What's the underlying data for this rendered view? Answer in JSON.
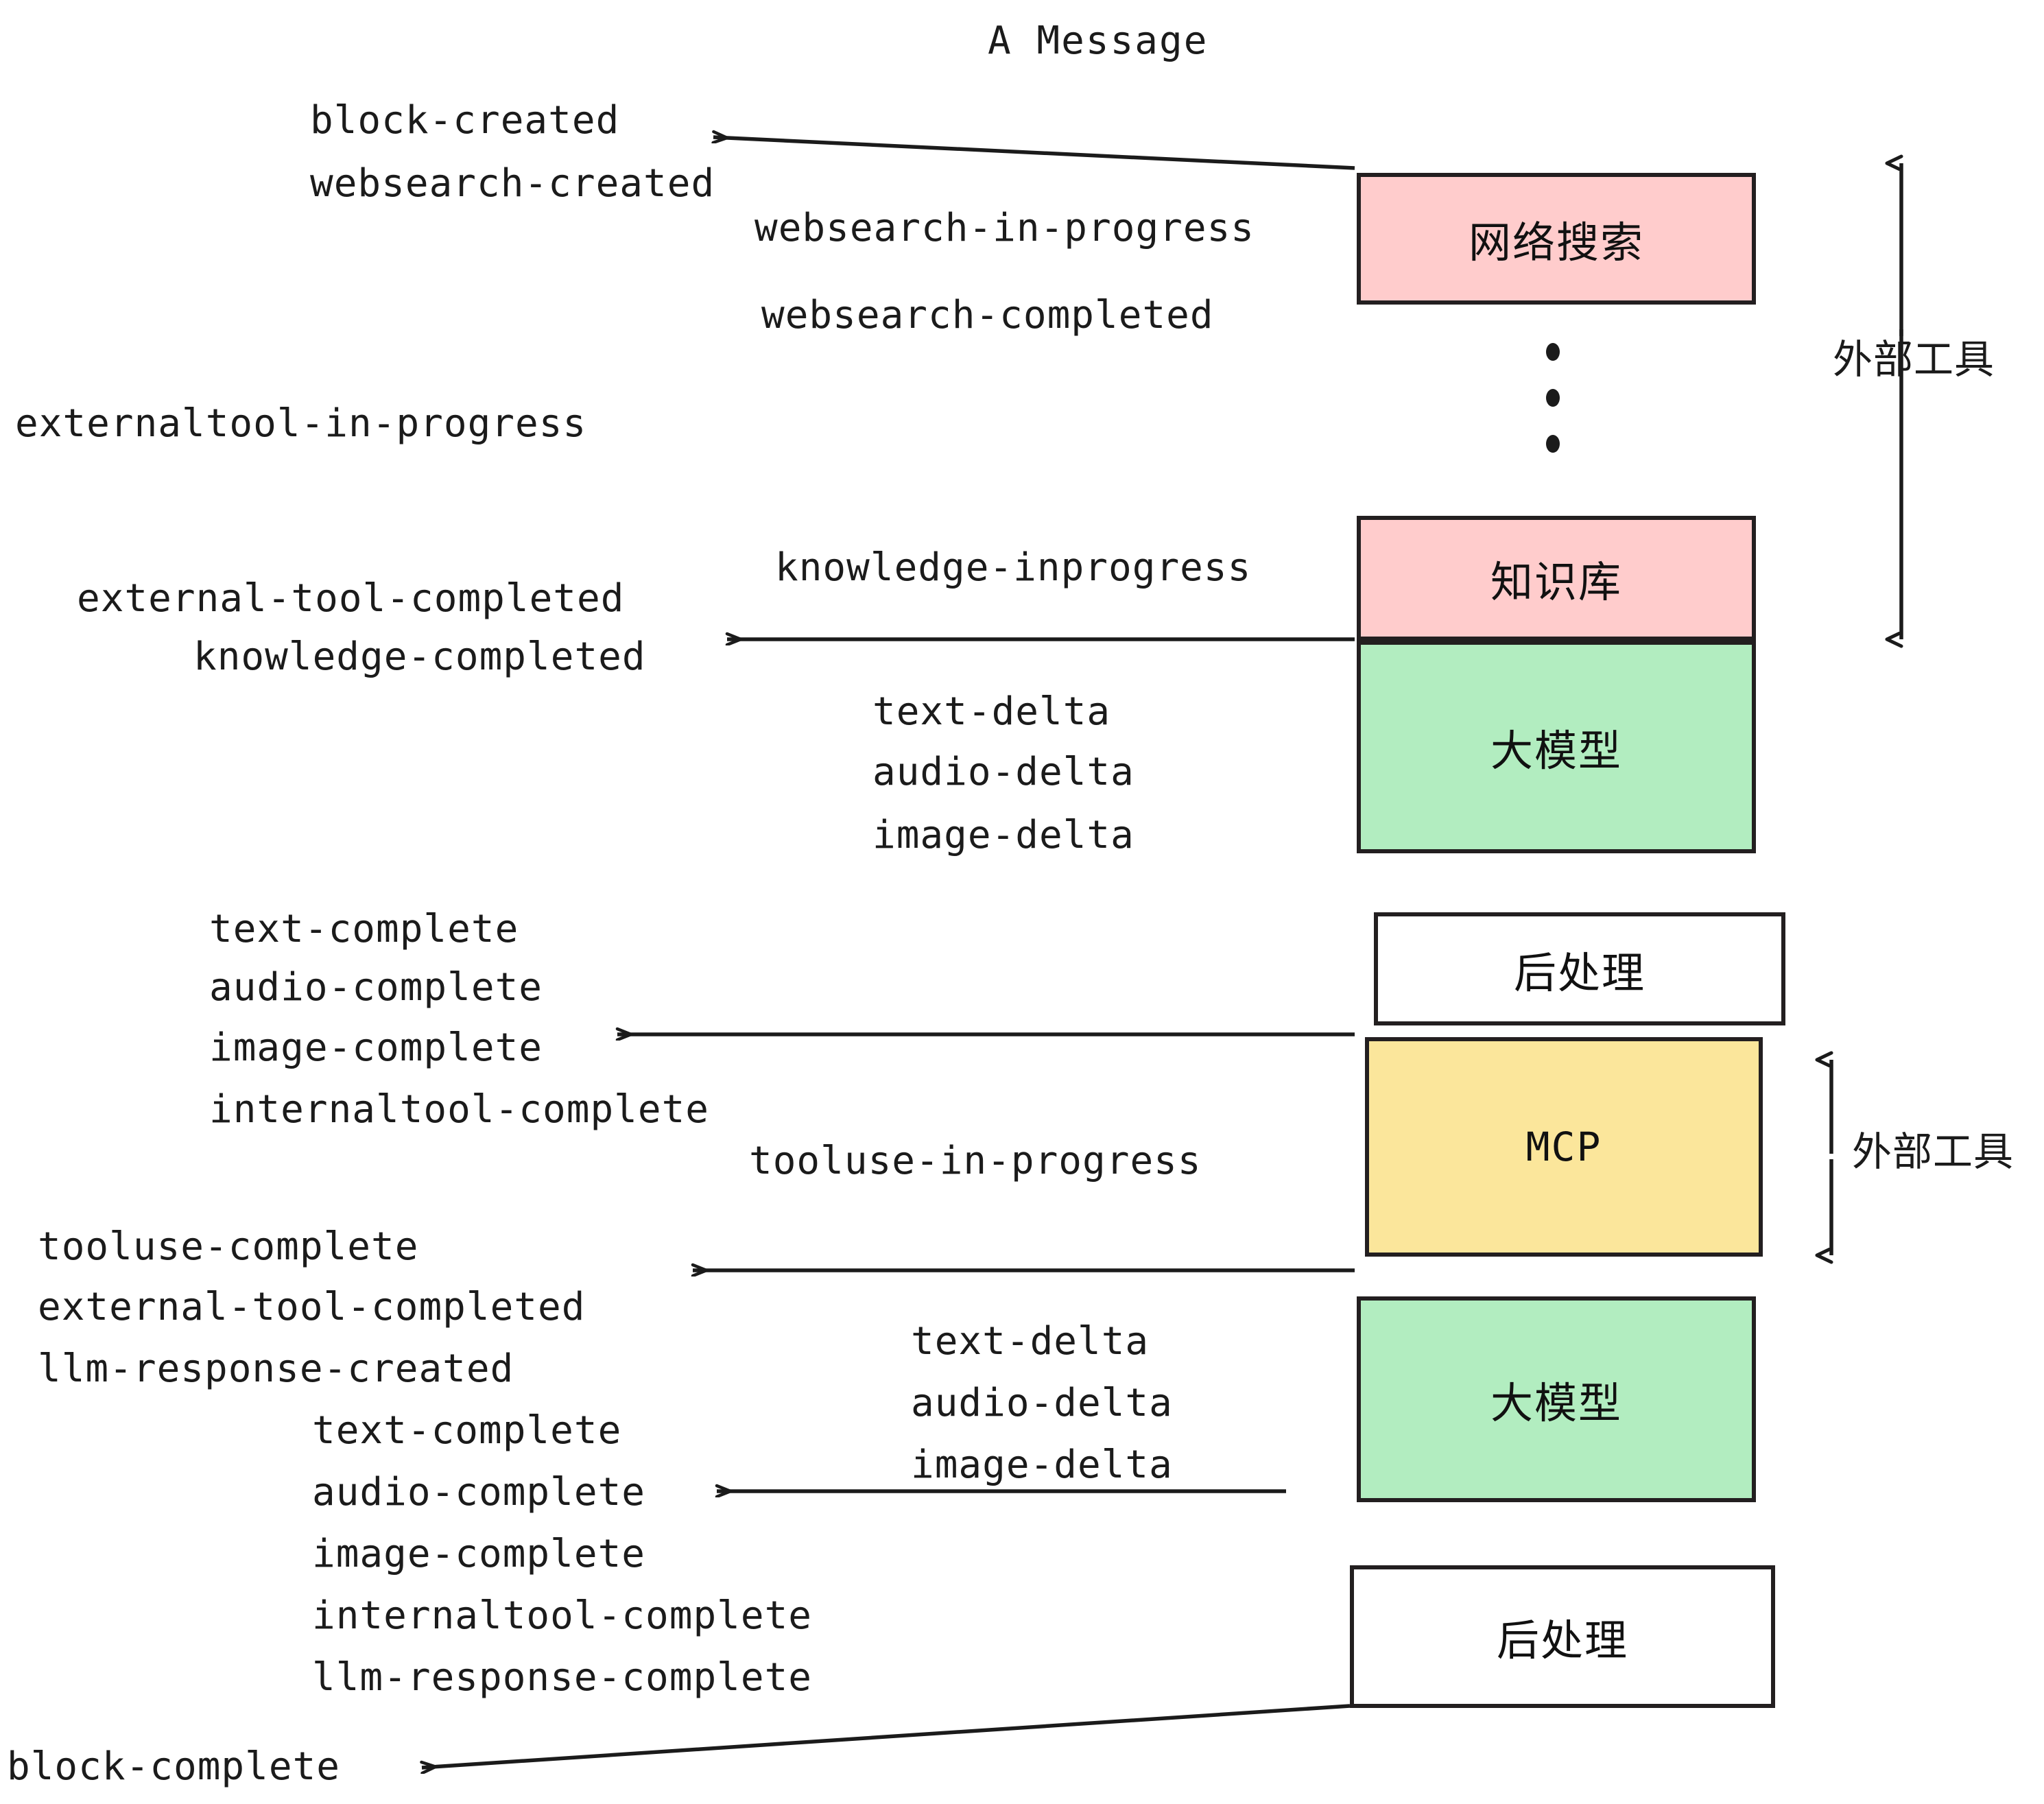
{
  "title": "A Message",
  "colors": {
    "pink": "#FFCCCC",
    "green": "#B2EDC0",
    "yellow": "#FBE69B",
    "white": "#FFFFFF",
    "stroke": "#231f20",
    "text": "#1b1b1b"
  },
  "nodes": [
    {
      "id": "websearch",
      "label": "网络搜索",
      "fill": "#FFCCCC"
    },
    {
      "id": "knowledge",
      "label": "知识库",
      "fill": "#FFCCCC"
    },
    {
      "id": "llm1",
      "label": "大模型",
      "fill": "#B2EDC0"
    },
    {
      "id": "post1",
      "label": "后处理",
      "fill": "#FFFFFF"
    },
    {
      "id": "mcp",
      "label": "MCP",
      "fill": "#FBE69B"
    },
    {
      "id": "llm2",
      "label": "大模型",
      "fill": "#B2EDC0"
    },
    {
      "id": "post2",
      "label": "后处理",
      "fill": "#FFFFFF"
    }
  ],
  "group_labels": [
    {
      "id": "external-tools-top",
      "label": "外部工具"
    },
    {
      "id": "external-tools-bottom",
      "label": "外部工具"
    }
  ],
  "events": [
    {
      "id": "block-created",
      "text": "block-created"
    },
    {
      "id": "websearch-created",
      "text": "websearch-created"
    },
    {
      "id": "websearch-in-progress",
      "text": "websearch-in-progress"
    },
    {
      "id": "websearch-completed",
      "text": "websearch-completed"
    },
    {
      "id": "externaltool-in-progress",
      "text": "externaltool-in-progress"
    },
    {
      "id": "knowledge-inprogress",
      "text": "knowledge-inprogress"
    },
    {
      "id": "external-tool-completed-1",
      "text": "external-tool-completed"
    },
    {
      "id": "knowledge-completed",
      "text": "knowledge-completed"
    },
    {
      "id": "text-delta-1",
      "text": "text-delta"
    },
    {
      "id": "audio-delta-1",
      "text": "audio-delta"
    },
    {
      "id": "image-delta-1",
      "text": "image-delta"
    },
    {
      "id": "text-complete-1",
      "text": "text-complete"
    },
    {
      "id": "audio-complete-1",
      "text": "audio-complete"
    },
    {
      "id": "image-complete-1",
      "text": "image-complete"
    },
    {
      "id": "internaltool-complete-1",
      "text": "internaltool-complete"
    },
    {
      "id": "tooluse-in-progress",
      "text": "tooluse-in-progress"
    },
    {
      "id": "tooluse-complete",
      "text": "tooluse-complete"
    },
    {
      "id": "external-tool-completed-2",
      "text": "external-tool-completed"
    },
    {
      "id": "llm-response-created",
      "text": "llm-response-created"
    },
    {
      "id": "text-delta-2",
      "text": "text-delta"
    },
    {
      "id": "audio-delta-2",
      "text": "audio-delta"
    },
    {
      "id": "image-delta-2",
      "text": "image-delta"
    },
    {
      "id": "text-complete-2",
      "text": "text-complete"
    },
    {
      "id": "audio-complete-2",
      "text": "audio-complete"
    },
    {
      "id": "image-complete-2",
      "text": "image-complete"
    },
    {
      "id": "internaltool-complete-2",
      "text": "internaltool-complete"
    },
    {
      "id": "llm-response-complete",
      "text": "llm-response-complete"
    },
    {
      "id": "block-complete",
      "text": "block-complete"
    }
  ]
}
